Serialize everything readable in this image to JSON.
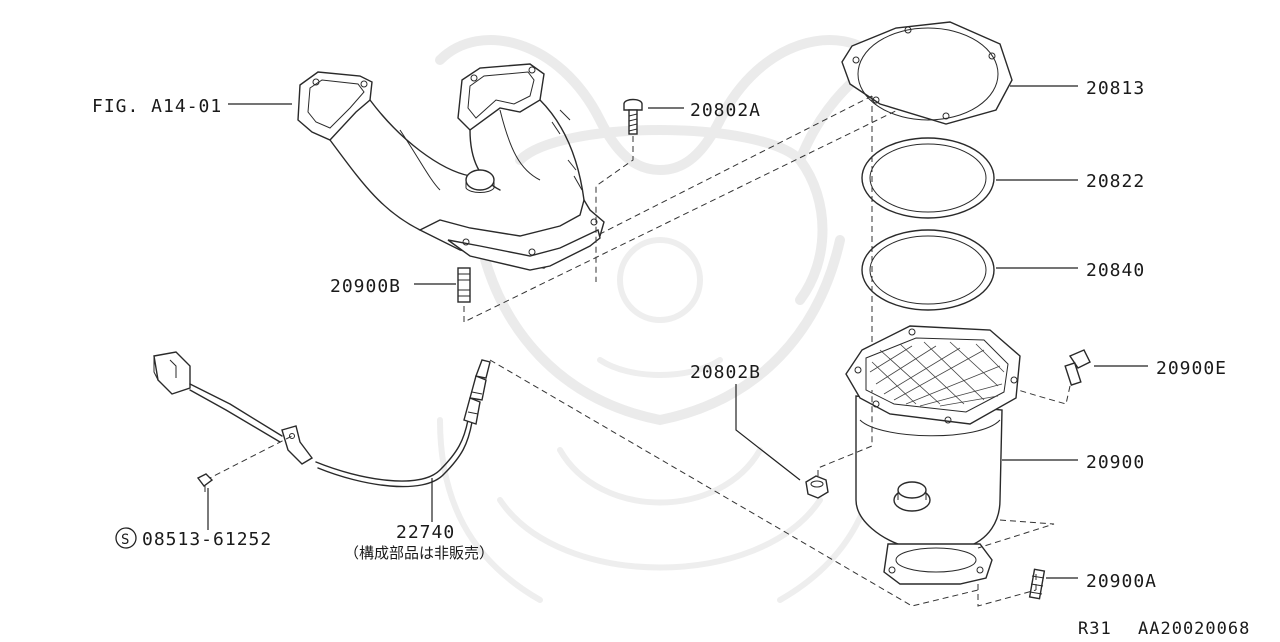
{
  "diagram": {
    "labels": {
      "fig_ref": "FIG. A14-01",
      "p20802a": "20802A",
      "p20813": "20813",
      "p20822": "20822",
      "p20840": "20840",
      "p20900b": "20900B",
      "p20802b": "20802B",
      "p20900e": "20900E",
      "p20900": "20900",
      "p20900a": "20900A",
      "p22740": "22740",
      "p22740_note": "（構成部品は非販売）",
      "s_symbol": "S",
      "p08513": "08513-61252"
    },
    "footer": {
      "model": "R31",
      "diagram_id": "AA20020068"
    }
  }
}
